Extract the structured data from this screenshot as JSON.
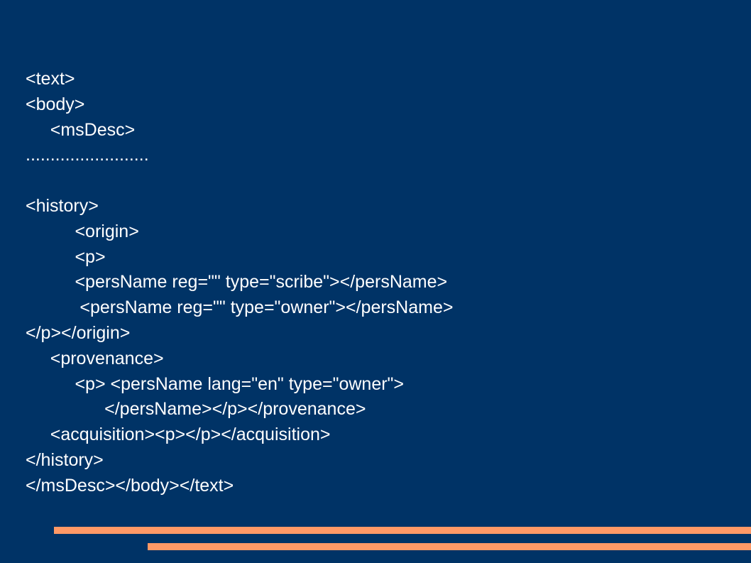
{
  "slide": {
    "background_color": "#003366",
    "text_color": "#ffffff",
    "accent_color": "#ff9966",
    "lines": [
      "<text>",
      "<body>",
      "     <msDesc>",
      ".........................",
      "",
      "<history>",
      "          <origin>",
      "          <p>",
      "          <persName reg=\"\" type=\"scribe\"></persName>",
      "           <persName reg=\"\" type=\"owner\"></persName>",
      "</p></origin>",
      "     <provenance>",
      "          <p> <persName lang=\"en\" type=\"owner\">",
      "                </persName></p></provenance>",
      "     <acquisition><p></p></acquisition>",
      "</history>",
      "</msDesc></body></text>"
    ]
  }
}
